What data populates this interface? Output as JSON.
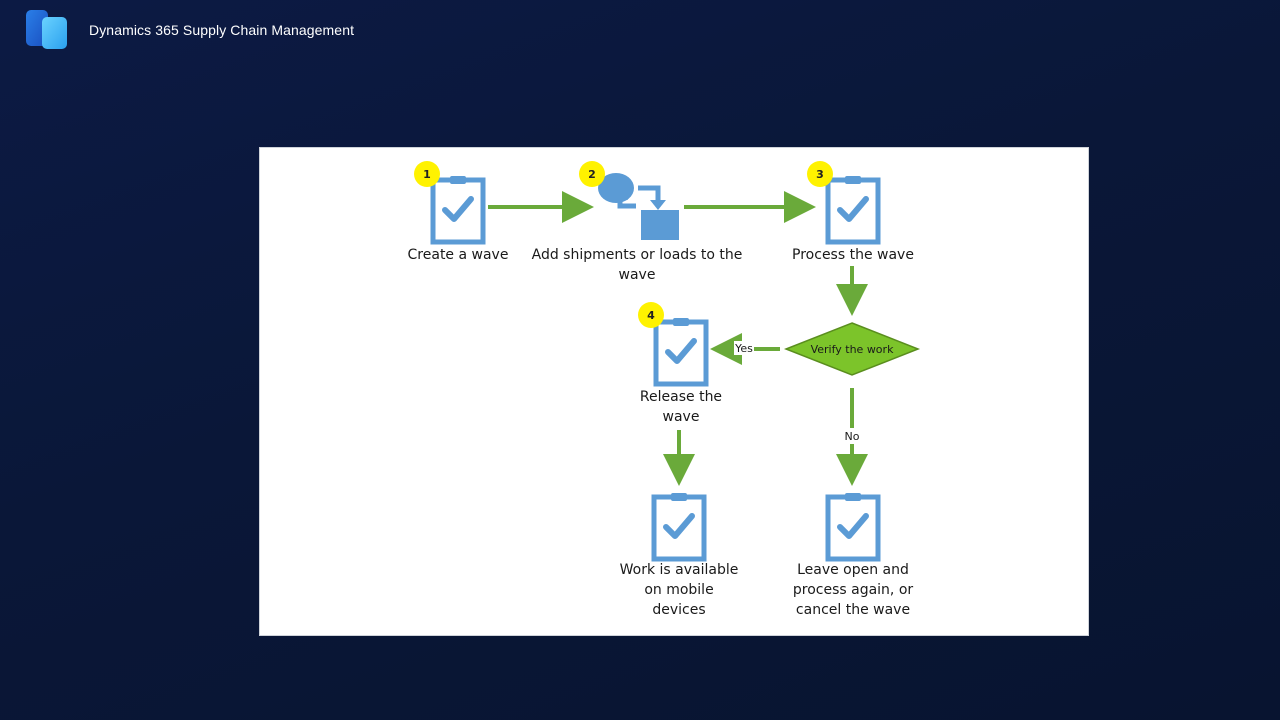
{
  "header": {
    "app_title": "Dynamics 365 Supply Chain Management",
    "logo_icon": "dynamics-365-logo-icon"
  },
  "colors": {
    "background": "#0a1738",
    "clipboard_blue": "#5b9bd5",
    "arrow_green": "#6aaa3a",
    "decision_green": "#7cc42a",
    "step_badge_yellow": "#fff200"
  },
  "diagram": {
    "steps": [
      {
        "number": "1",
        "line1": "Create a wave",
        "line2": ""
      },
      {
        "number": "2",
        "line1": "Add shipments or loads to the",
        "line2": "wave"
      },
      {
        "number": "3",
        "line1": "Process the wave",
        "line2": ""
      },
      {
        "number": "4",
        "line1": "Release the",
        "line2": "wave"
      }
    ],
    "decision": "Verify the work",
    "branch_yes": "Yes",
    "branch_no": "No",
    "outcomes": {
      "work_available": [
        "Work is available",
        "on mobile",
        "devices"
      ],
      "leave_open": [
        "Leave open and",
        "process again, or",
        "cancel the wave"
      ]
    }
  }
}
